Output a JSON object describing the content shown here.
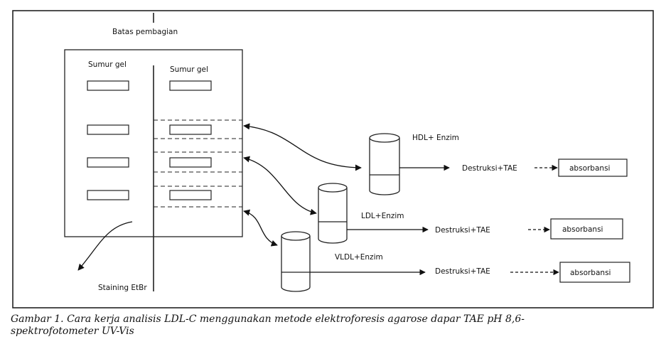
{
  "figure": {
    "divider_label": "Batas pembagian",
    "well_left_label": "Sumur gel",
    "well_right_label": "Sumur gel",
    "staining_label": "Staining EtBr",
    "tubes": [
      {
        "label": "HDL+ Enzim",
        "step": "Destruksi+TAE",
        "result": "absorbansi"
      },
      {
        "label": "LDL+Enzim",
        "step": "Destruksi+TAE",
        "result": "absorbansi"
      },
      {
        "label": "VLDL+Enzim",
        "step": "Destruksi+TAE",
        "result": "absorbansi"
      }
    ]
  },
  "caption": {
    "line1": "Gambar 1. Cara kerja analisis LDL-C menggunakan metode elektroforesis agarose dapar TAE pH 8,6-",
    "line2": "spektrofotometer UV-Vis"
  }
}
